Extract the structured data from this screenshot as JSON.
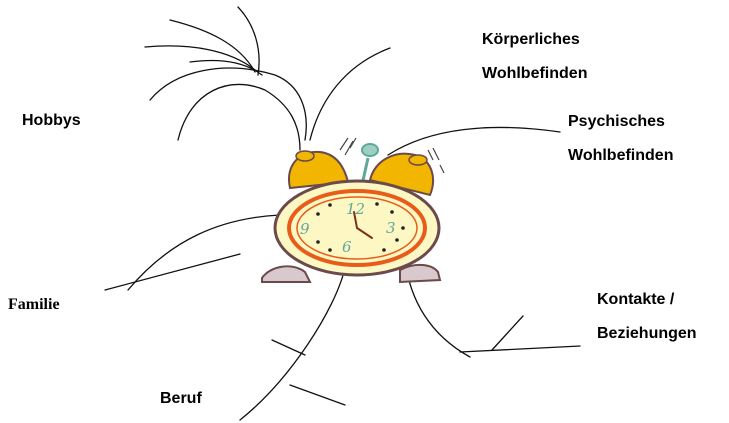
{
  "labels": {
    "koerper_line1": "Körperliches",
    "koerper_line2": "Wohlbefinden",
    "psych_line1": "Psychisches",
    "psych_line2": "Wohlbefinden",
    "hobbys": "Hobbys",
    "familie": "Familie",
    "kontakte_line1": "Kontakte /",
    "kontakte_line2": "Beziehungen",
    "beruf": "Beruf"
  },
  "clock": {
    "dial_numbers": [
      "12",
      "3",
      "6",
      "9"
    ],
    "colors": {
      "bells": "#f2b500",
      "face_outer": "#e85c1a",
      "face_inner": "#fdf7c4",
      "numbers": "#5fa89a",
      "body_outline": "#6a4a4a",
      "feet": "#d9c8cc"
    }
  }
}
